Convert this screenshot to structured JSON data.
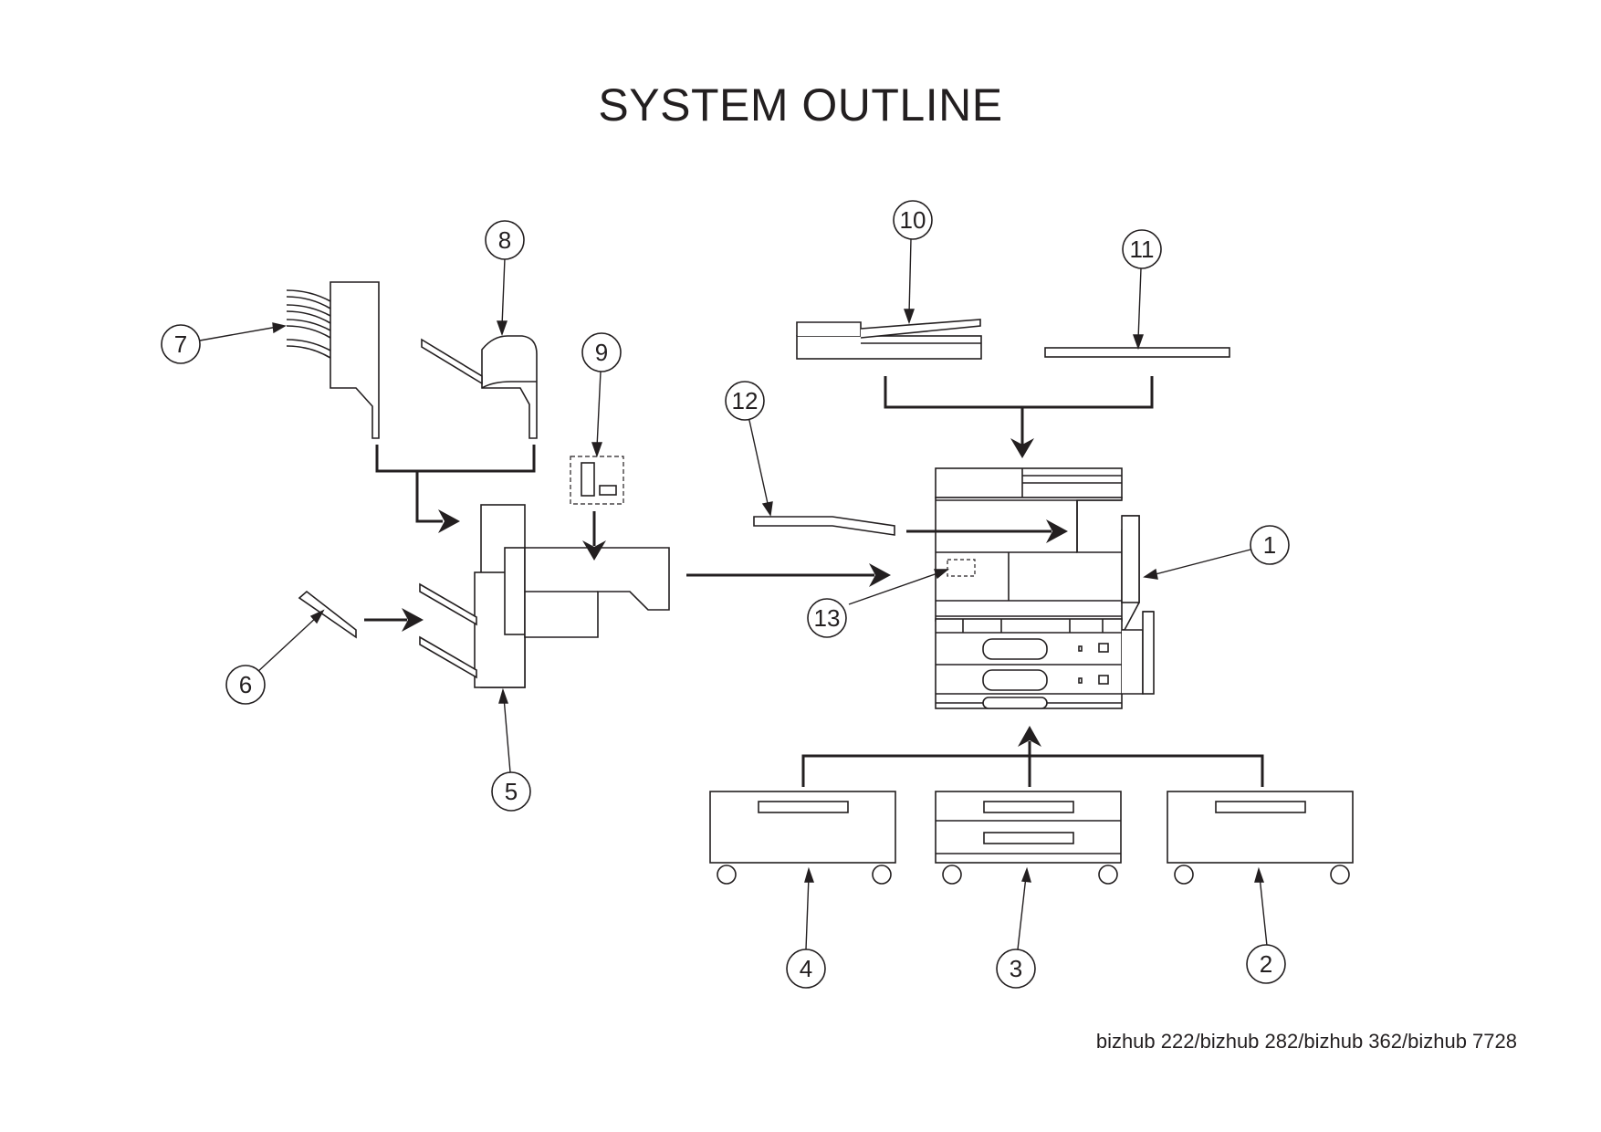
{
  "title": "SYSTEM OUTLINE",
  "footer": "bizhub 222/bizhub 282/bizhub 362/bizhub 7728",
  "callouts": [
    "1",
    "2",
    "3",
    "4",
    "5",
    "6",
    "7",
    "8",
    "9",
    "10",
    "11",
    "12",
    "13"
  ],
  "colors": {
    "line": "#231f20",
    "background": "#ffffff"
  }
}
